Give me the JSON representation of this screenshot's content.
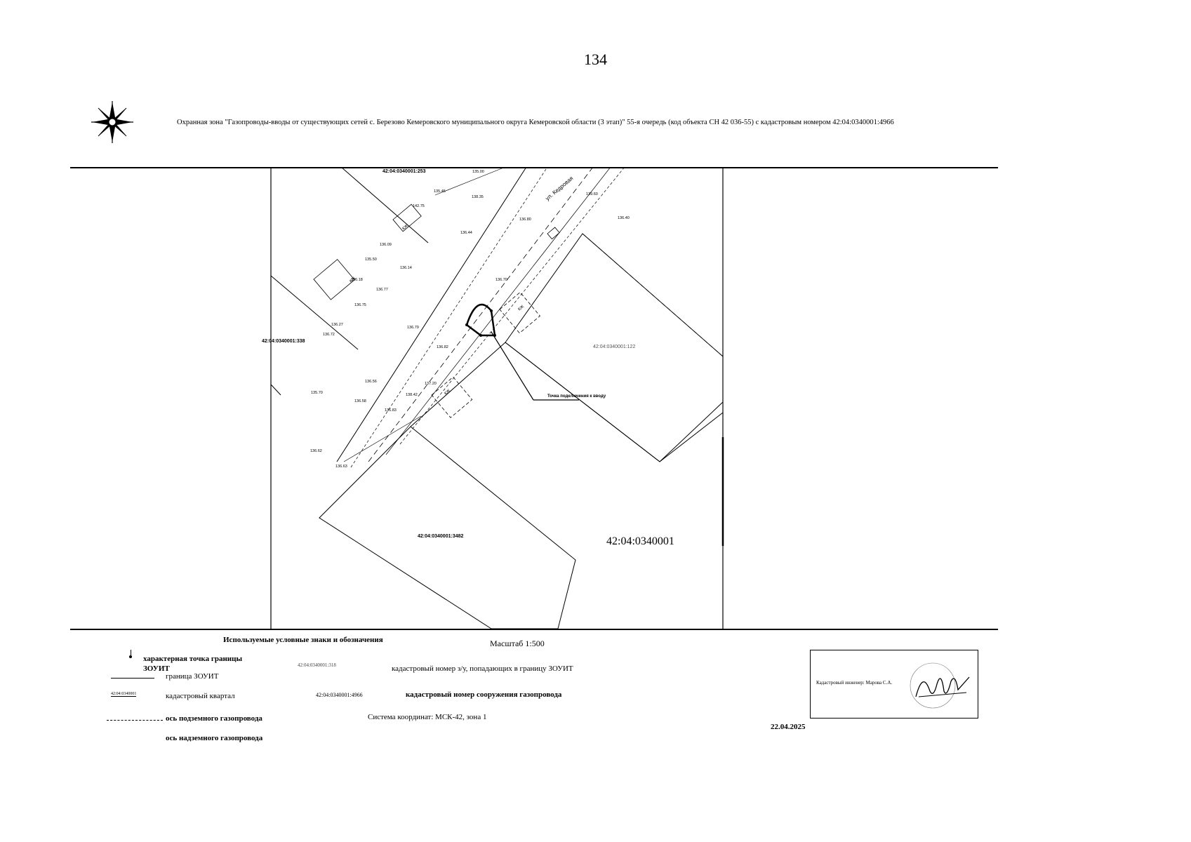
{
  "page": {
    "number": "134"
  },
  "header": {
    "title": "Охранная зона \"Газопроводы-вводы от существующих сетей с. Березово Кемеровского муниципального округа Кемеровской области (3 этап)\" 55-я очередь (код объекта СН 42 036-55) с кадастровым номером 42:04:0340001:4966"
  },
  "map": {
    "quarter_label": "42:04:0340001",
    "parcel_labels": [
      "42:04:0340001:253",
      "42:04:0340001:338",
      "42:04:0340001:3482",
      "42:04:0340001:122"
    ],
    "street_label": "ул. Кедровая",
    "callout_label": "Точка подключения к вводу",
    "building_labels": [
      "КЖ",
      "КЖ",
      "КЖ",
      "КЖ"
    ],
    "elevations": [
      "135.00",
      "135.45",
      "138.35",
      "142.75",
      "139.60",
      "136.44",
      "136.09",
      "135.50",
      "136.14",
      "136.18",
      "136.70",
      "136.27",
      "136.72",
      "136.75",
      "136.77",
      "136.79",
      "136.82",
      "136.56",
      "136.58",
      "136.83",
      "135.70",
      "136.63",
      "136.62",
      "136.80",
      "136.40",
      "137.20",
      "138.42"
    ]
  },
  "legend": {
    "heading": "Используемые условные знаки и обозначения",
    "scale": "Масштаб 1:500",
    "items": {
      "char_point": "характерная точка границы ЗОУИТ",
      "boundary": "граница ЗОУИТ",
      "quarter_sample": "42:04:0340001",
      "quarter": "кадастровый квартал",
      "underground_axis": "ось подземного газопровода",
      "aboveground_axis": "ось надземного газопровода",
      "parcel_sample": "42:04:0340001:318",
      "parcel": "кадастровый номер з/у, попадающих в границу ЗОУИТ",
      "structure_sample": "42:04:0340001:4966",
      "structure": "кадастровый номер сооружения газопровода",
      "coords": "Система координат: МСК-42, зона 1"
    }
  },
  "stamp": {
    "label": "Кадастровый инженер: Марова С.А."
  },
  "date": "22.04.2025"
}
